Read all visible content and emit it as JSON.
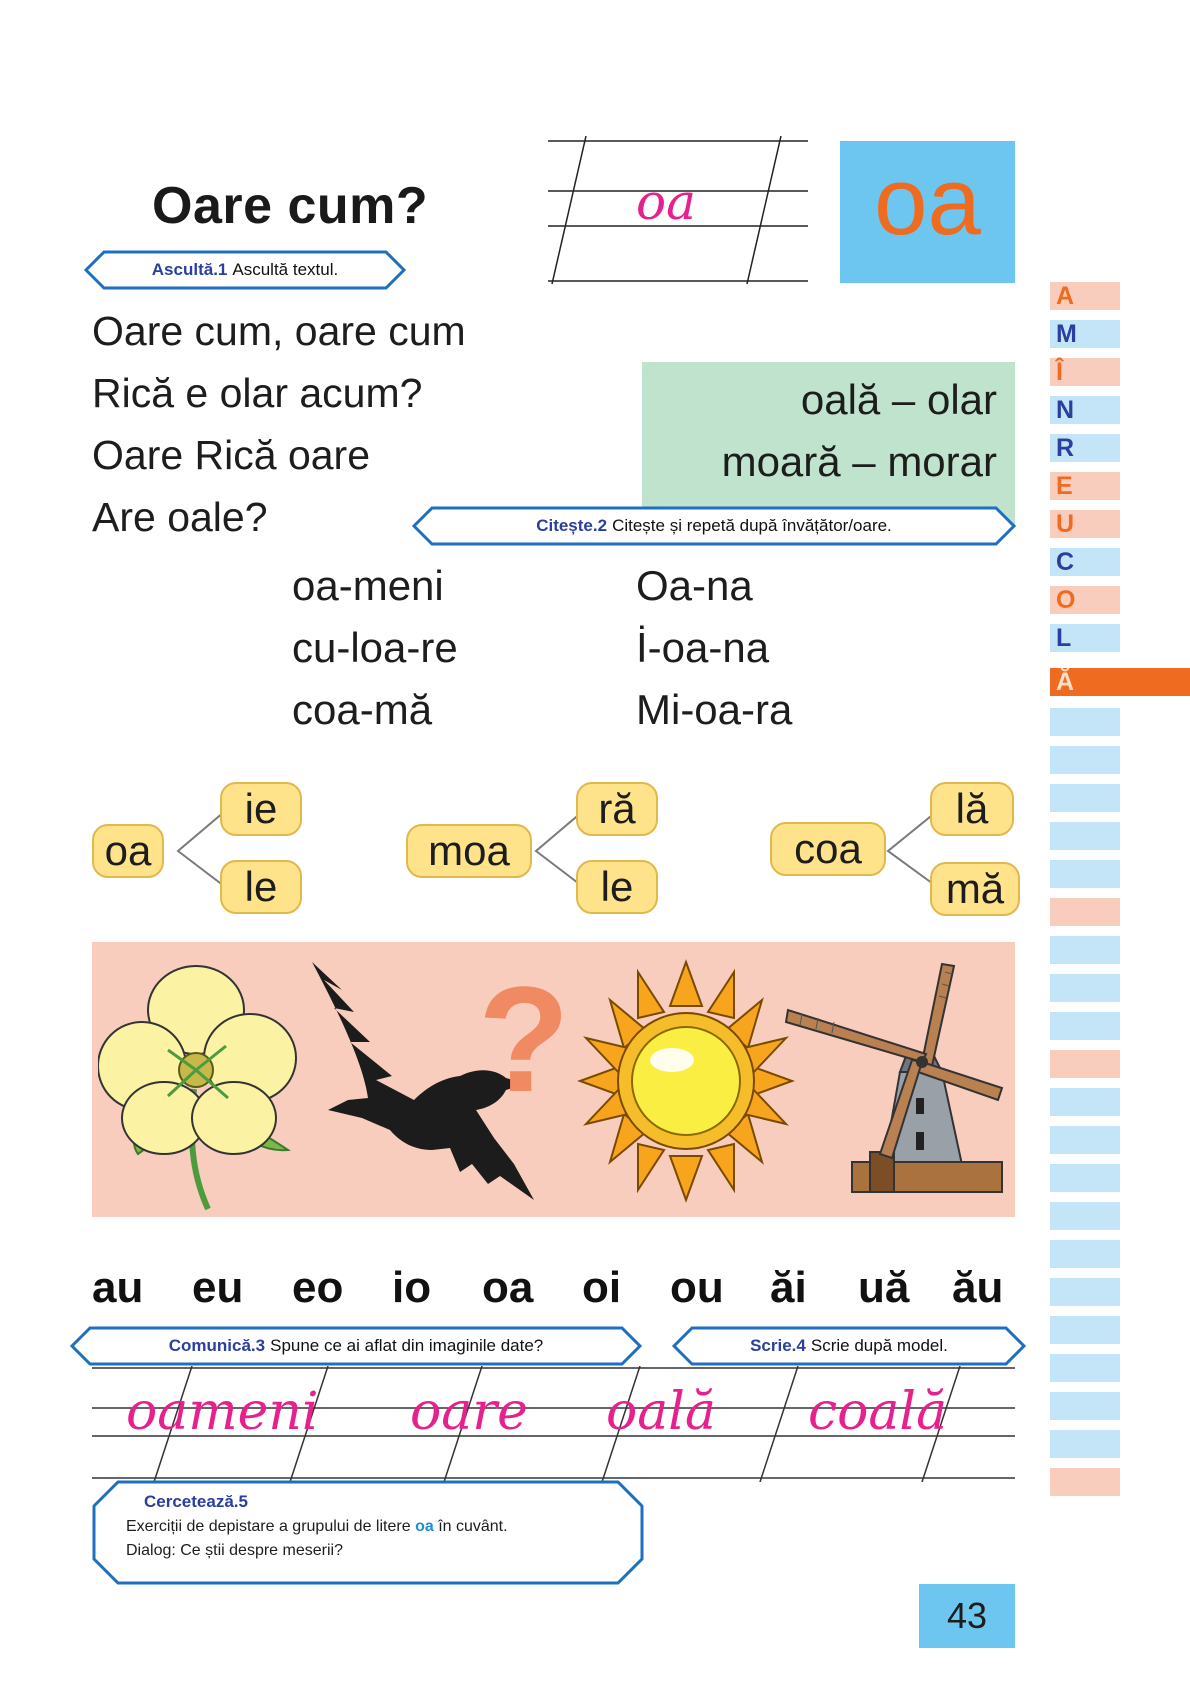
{
  "lesson": {
    "title": "Oare cum?",
    "cursive_letters": "oa",
    "print_letters": "oa"
  },
  "activities": {
    "asculta": {
      "label": "Ascultă.1",
      "text": "Ascultă textul."
    },
    "citeste": {
      "label": "Citește.2",
      "text": "Citește și repetă după învățător/oare."
    },
    "comunica": {
      "label": "Comunică.3",
      "text": "Spune ce ai aflat din imaginile date?"
    },
    "scrie": {
      "label": "Scrie.4",
      "text": "Scrie după model."
    },
    "cerceteaza": {
      "label": "Cercetează.5",
      "line1_before": "Exerciții de depistare a grupului de litere",
      "line1_highlight": "oa",
      "line1_after": "în cuvânt.",
      "line2": "Dialog: Ce știi despre meserii?"
    }
  },
  "poem": [
    "Oare cum, oare cum",
    "Rică e olar acum?",
    "Oare Rică oare",
    "Are oale?"
  ],
  "word_pairs": [
    "oală – olar",
    "moară – morar"
  ],
  "syllables": {
    "left": [
      "oa-meni",
      "cu-loa-re",
      "coa-mă"
    ],
    "right": [
      "Oa-na",
      "İ-oa-na",
      "Mi-oa-ra"
    ]
  },
  "syllable_trees": [
    {
      "root": "oa",
      "branches": [
        "ie",
        "le"
      ]
    },
    {
      "root": "moa",
      "branches": [
        "ră",
        "le"
      ]
    },
    {
      "root": "coa",
      "branches": [
        "lă",
        "mă"
      ]
    }
  ],
  "pictures": {
    "items": [
      "flower-icon",
      "bird-icon",
      "question-mark-icon",
      "sun-icon",
      "windmill-icon"
    ],
    "question_mark": "?"
  },
  "diphthongs": [
    "au",
    "eu",
    "eo",
    "io",
    "oa",
    "oi",
    "ou",
    "ăi",
    "uă",
    "ău"
  ],
  "cursive_words": [
    "oameni",
    "oare",
    "oală",
    "coală"
  ],
  "sidebar_letters": [
    "A",
    "M",
    "Î",
    "N",
    "R",
    "E",
    "U",
    "C",
    "O",
    "L",
    "Ă"
  ],
  "page_number": "43",
  "colors": {
    "accent_orange": "#ef6b1f",
    "accent_blue": "#6cc6f0",
    "cursive_pink": "#e6208d",
    "label_blue": "#2a3fa0",
    "side_blue": "#c4e4f7",
    "side_peach": "#f9cdbd"
  }
}
